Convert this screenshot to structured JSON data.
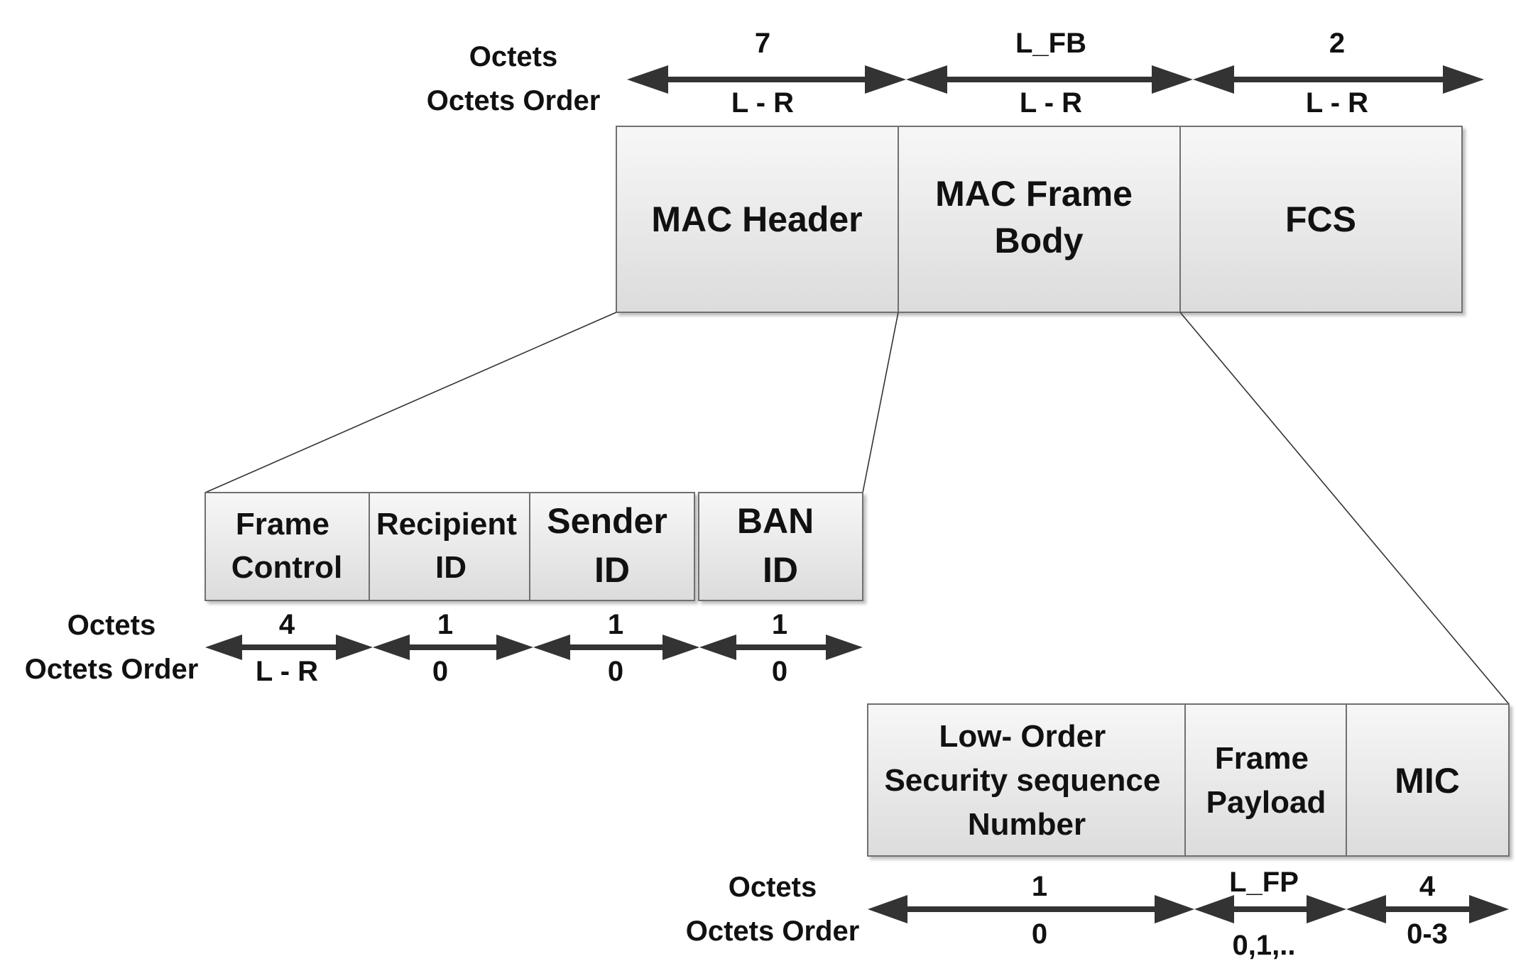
{
  "top": {
    "octets_label": "Octets",
    "order_label": "Octets Order",
    "fields": [
      {
        "name": "MAC Header",
        "octets": "7",
        "order": "L - R"
      },
      {
        "name": "MAC Frame\nBody",
        "octets": "L_FB",
        "order": "L - R"
      },
      {
        "name": "FCS",
        "octets": "2",
        "order": "L - R"
      }
    ]
  },
  "header": {
    "octets_label": "Octets",
    "order_label": "Octets Order",
    "fields": [
      {
        "name": "Frame\nControl",
        "octets": "4",
        "order": "L - R"
      },
      {
        "name": "Recipient\nID",
        "octets": "1",
        "order": "0"
      },
      {
        "name": "Sender\nID",
        "octets": "1",
        "order": "0"
      },
      {
        "name": "BAN\nID",
        "octets": "1",
        "order": "0"
      }
    ]
  },
  "body": {
    "octets_label": "Octets",
    "order_label": "Octets Order",
    "fields": [
      {
        "name": "Low- Order\nSecurity sequence\nNumber",
        "octets": "1",
        "order": "0"
      },
      {
        "name": "Frame\nPayload",
        "octets": "L_FP",
        "order": "0,1,.."
      },
      {
        "name": "MIC",
        "octets": "4",
        "order": "0-3"
      }
    ]
  }
}
